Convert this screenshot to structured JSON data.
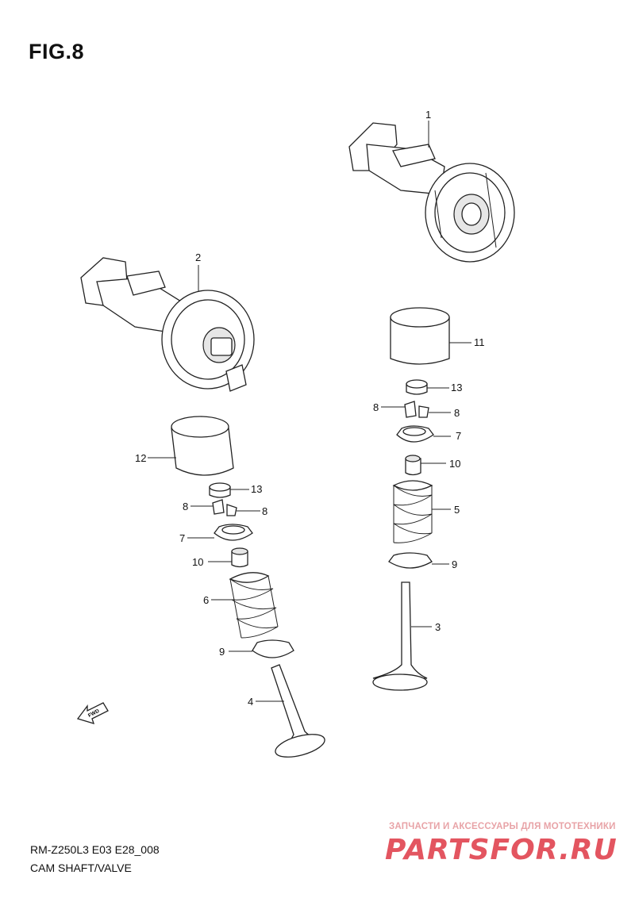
{
  "figure": {
    "title": "FIG.8",
    "model_code": "RM-Z250L3 E03 E28_008",
    "subtitle": "CAM SHAFT/VALVE"
  },
  "arrow_label": "FWD",
  "watermark": {
    "tagline": "ЗАПЧАСТИ И АКСЕССУАРЫ ДЛЯ МОТОТЕХНИКИ",
    "logo": "PARTSFOR.RU"
  },
  "callouts": {
    "c1": "1",
    "c2": "2",
    "c3": "3",
    "c4": "4",
    "c5": "5",
    "c6": "6",
    "c7_left": "7",
    "c7_right": "7",
    "c8_left_a": "8",
    "c8_left_b": "8",
    "c8_right_a": "8",
    "c8_right_b": "8",
    "c9_left": "9",
    "c9_right": "9",
    "c10_left": "10",
    "c10_right": "10",
    "c11": "11",
    "c12": "12",
    "c13_left": "13",
    "c13_right": "13"
  }
}
